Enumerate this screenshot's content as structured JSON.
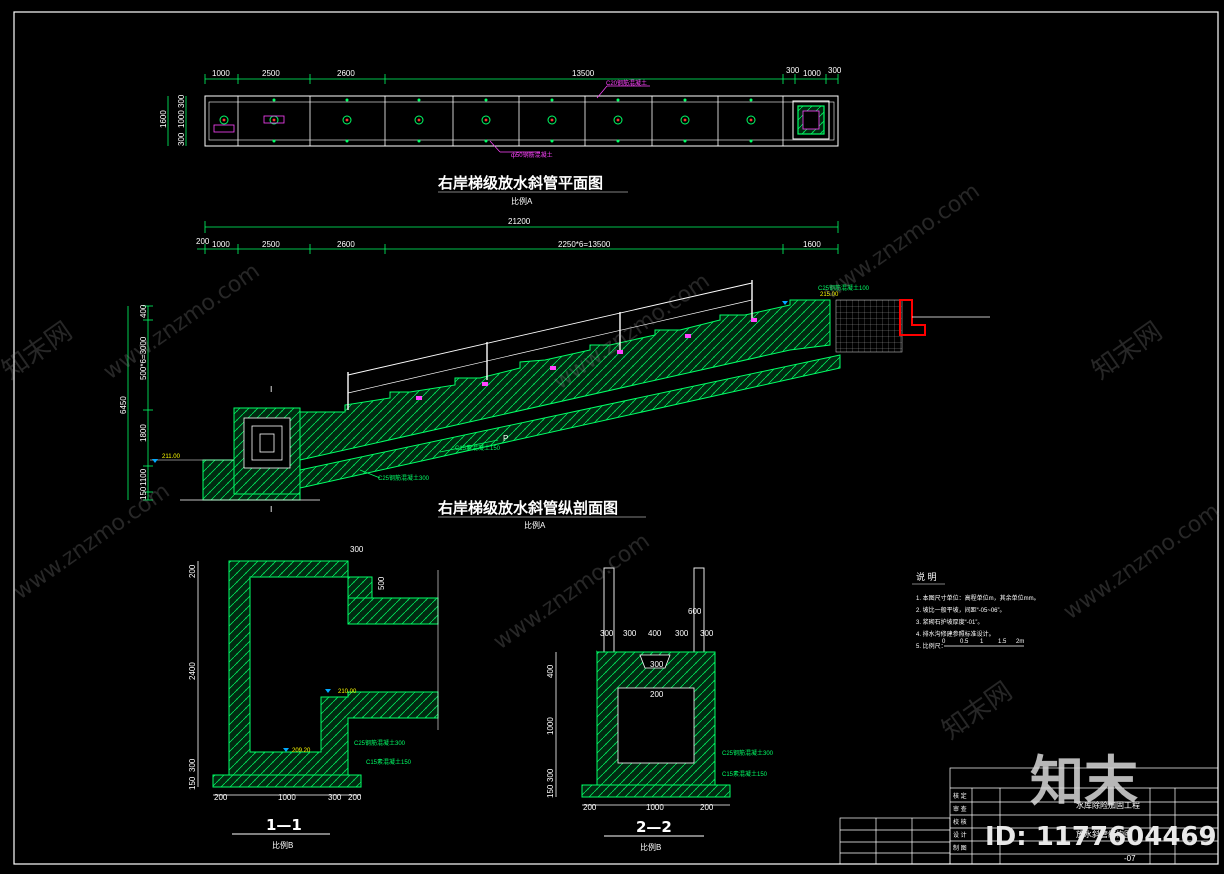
{
  "plan_view": {
    "title": "右岸梯级放水斜管平面图",
    "scale": "比例A",
    "top_dims": [
      "1000",
      "2500",
      "2600",
      "13500",
      "300",
      "1000",
      "300"
    ],
    "side_dims": [
      "300",
      "1000",
      "300",
      "1600"
    ],
    "labels": [
      "C20钢筋混凝土",
      "ф50钢筋混凝土"
    ]
  },
  "overall_dims": {
    "total": "21200",
    "parts": [
      "200",
      "1000",
      "2500",
      "2600",
      "2250*6=13500",
      "1600"
    ]
  },
  "profile_view": {
    "title": "右岸梯级放水斜管纵剖面图",
    "scale": "比例A",
    "left_dims": [
      "400",
      "500*6=3000",
      "6450",
      "1800",
      "1100",
      "150"
    ],
    "elevations": [
      "215.00",
      "211.00"
    ],
    "notes": [
      "C15素混凝土150",
      "C25钢筋混凝土300",
      "C25钢筋混凝土100",
      "Ⅰ",
      "Ⅰ",
      "P"
    ]
  },
  "section_1_1": {
    "title": "1—1",
    "scale": "比例B",
    "dims": [
      "300",
      "500",
      "200",
      "2400",
      "300",
      "150",
      "200",
      "1000",
      "300",
      "200"
    ],
    "elevations": [
      "210.00",
      "209.20"
    ],
    "notes": [
      "C25钢筋混凝土300",
      "C15素混凝土150"
    ]
  },
  "section_2_2": {
    "title": "2—2",
    "scale": "比例B",
    "dims": [
      "600",
      "300",
      "300",
      "400",
      "300",
      "300",
      "300",
      "200",
      "400",
      "1000",
      "300",
      "150",
      "200",
      "1000",
      "200"
    ],
    "notes": [
      "C25钢筋混凝土300",
      "C15素混凝土150"
    ]
  },
  "notes_block": {
    "heading": "说 明",
    "lines": [
      "1. 本图尺寸单位：高程单位m，其余单位mm。",
      "2. 坡比一般平坡，间距“-05~06”。",
      "3. 浆砌石护坡厚度“-01”。",
      "4. 排水沟修建参照标准设计。",
      "5. 比例尺："
    ],
    "scale_ticks": [
      "0",
      "0.5",
      "1",
      "1.5",
      "2m"
    ]
  },
  "title_block": {
    "project": "水库除险加固工程",
    "drawing": "放水斜管结构图",
    "number": "-07",
    "rows": [
      "核 定",
      "审 查",
      "校 核",
      "设 计",
      "制 图"
    ]
  },
  "watermarks": {
    "site": "www.znzmo.com",
    "brand": "知末网",
    "logo": "知末",
    "id": "ID: 1177604469"
  },
  "colors": {
    "background": "#000000",
    "frame": "#ffffff",
    "concrete": "#00ff66",
    "dimension": "#ffffff",
    "accent": "#ff0000",
    "label": "#ff44ff"
  }
}
